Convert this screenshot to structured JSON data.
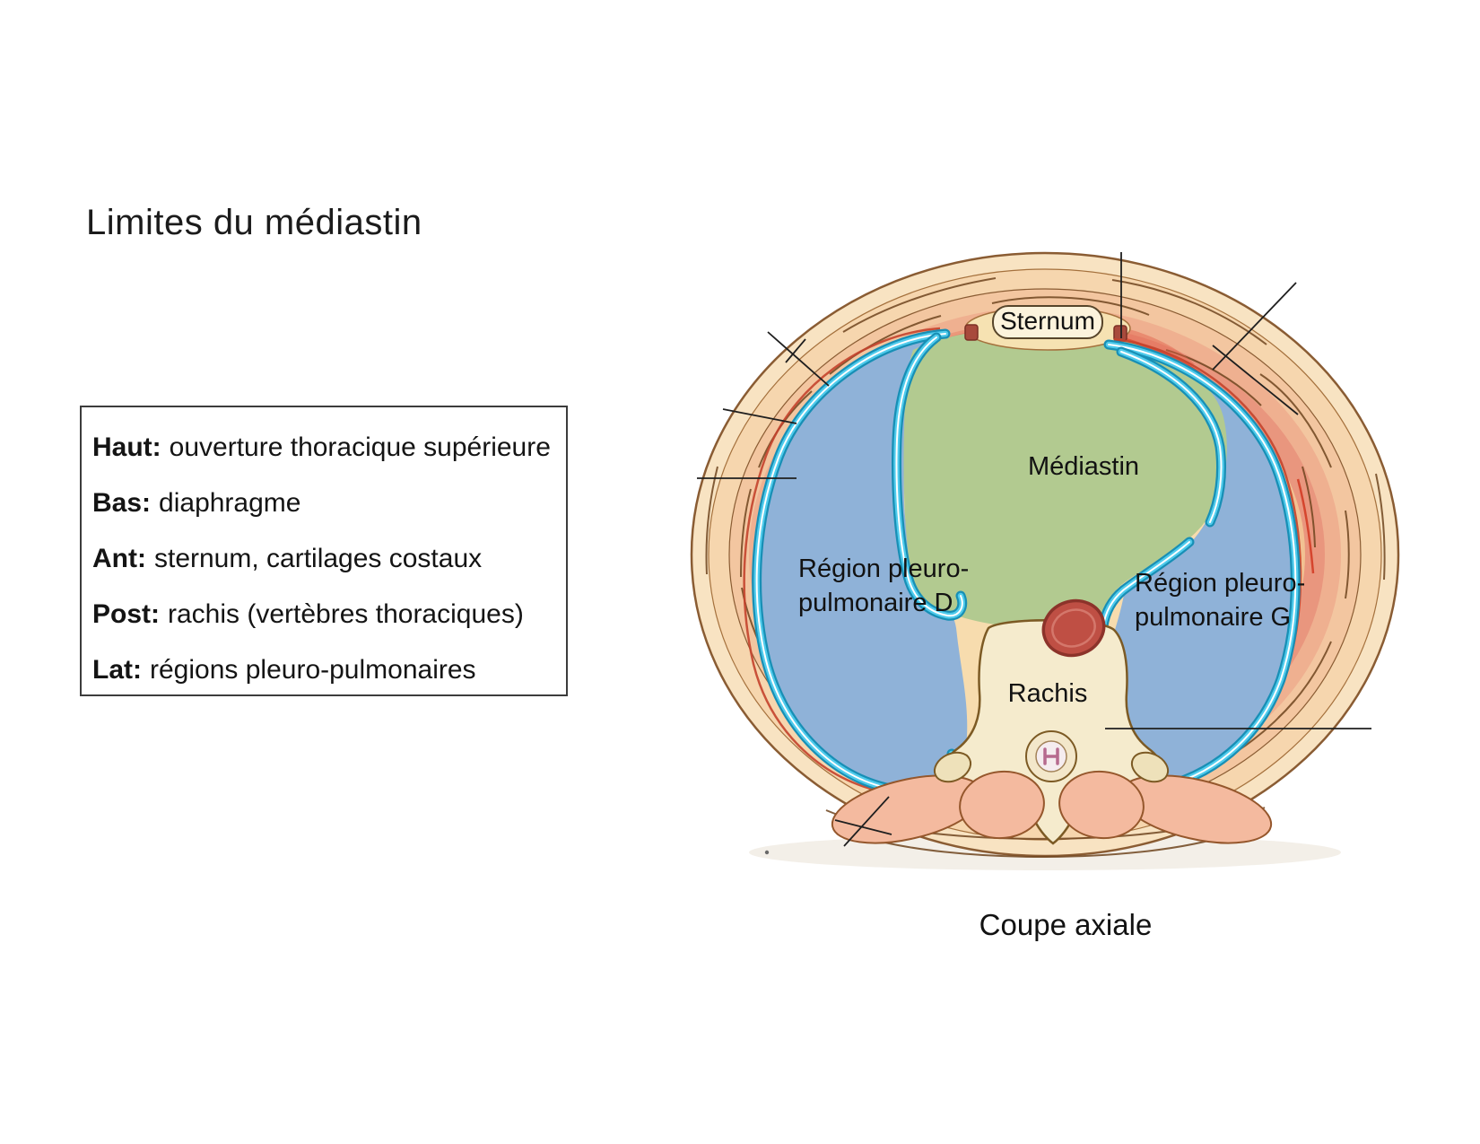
{
  "title": "Limites du médiastin",
  "info_box": {
    "items": [
      {
        "label": "Haut:",
        "text": "ouverture thoracique supérieure"
      },
      {
        "label": "Bas:",
        "text": "diaphragme"
      },
      {
        "label": "Ant:",
        "text": "sternum, cartilages costaux"
      },
      {
        "label": "Post:",
        "text": "rachis (vertèbres thoraciques)"
      },
      {
        "label": "Lat:",
        "text": "régions pleuro-pulmonaires"
      }
    ]
  },
  "diagram": {
    "caption": "Coupe axiale",
    "labels": {
      "sternum": "Sternum",
      "mediastin": "Médiastin",
      "region_pleuro_d": [
        "Région pleuro-",
        "pulmonaire D"
      ],
      "region_pleuro_g": [
        "Région pleuro-",
        "pulmonaire G"
      ],
      "rachis": "Rachis"
    },
    "colors": {
      "lung_blue": "#8fb2d8",
      "mediastinum_green": "#b2ca90",
      "pleura_cyan": "#4fcbec",
      "body_wall_cream": "#f8e3c2",
      "muscle_salmon": "#e9967e",
      "muscle_red_line": "#d5452e",
      "aorta_red": "#bf4f44",
      "bone_cream": "#f5ebcd"
    }
  }
}
